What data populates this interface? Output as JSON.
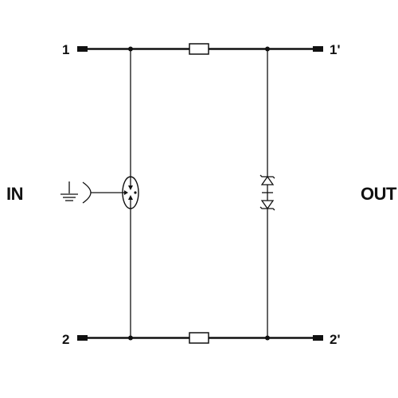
{
  "side_labels": {
    "input": "IN",
    "output": "OUT"
  },
  "terminals": {
    "in_top": "1",
    "out_top": "1'",
    "in_bottom": "2",
    "out_bottom": "2'"
  },
  "colors": {
    "line": "#111111",
    "background": "#ffffff"
  },
  "components": {
    "top_resistor": "resistor-icon",
    "bottom_resistor": "resistor-icon",
    "gas_discharge_tube": "gas-discharge-tube-icon",
    "bidirectional_diode": "bidirectional-diode-icon",
    "ground": "ground-icon"
  }
}
